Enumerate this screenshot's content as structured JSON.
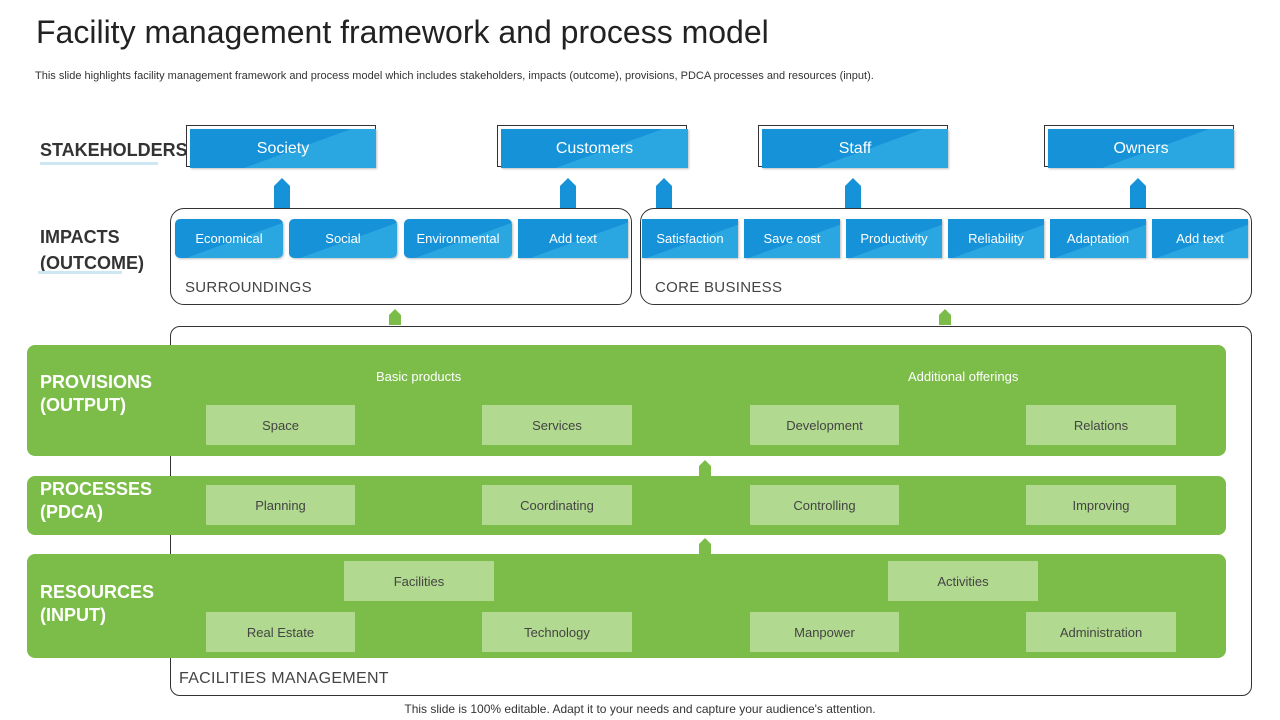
{
  "title": "Facility management framework and process model",
  "subtitle": "This slide highlights facility management framework and process model which includes stakeholders, impacts (outcome), provisions, PDCA processes and resources (input).",
  "footer": "This slide is 100% editable. Adapt it to your needs and capture your audience's attention.",
  "stakeholders": {
    "label": "STAKEHOLDERS",
    "items": [
      "Society",
      "Customers",
      "Staff",
      "Owners"
    ]
  },
  "impacts": {
    "label_line1": "IMPACTS",
    "label_line2": "(OUTCOME)",
    "surroundings": {
      "caption": "SURROUNDINGS",
      "items": [
        "Economical",
        "Social",
        "Environmental",
        "Add text"
      ]
    },
    "core_business": {
      "caption": "CORE BUSINESS",
      "items": [
        "Satisfaction",
        "Save  cost",
        "Productivity",
        "Reliability",
        "Adaptation",
        "Add text"
      ]
    }
  },
  "provisions": {
    "label_line1": "PROVISIONS",
    "label_line2": "(OUTPUT)",
    "group_left": "Basic products",
    "group_right": "Additional offerings",
    "items": [
      "Space",
      "Services",
      "Development",
      "Relations"
    ]
  },
  "processes": {
    "label_line1": "PROCESSES",
    "label_line2": "(PDCA)",
    "items": [
      "Planning",
      "Coordinating",
      "Controlling",
      "Improving"
    ]
  },
  "resources": {
    "label_line1": "RESOURCES",
    "label_line2": "(INPUT)",
    "top_items": [
      "Facilities",
      "Activities"
    ],
    "items": [
      "Real Estate",
      "Technology",
      "Manpower",
      "Administration"
    ]
  },
  "facilities_management_caption": "FACILITIES  MANAGEMENT",
  "colors": {
    "blue": "#1592d8",
    "blue_light": "#2aa7e1",
    "green_band": "#7cbd4a",
    "green_box": "#b1d98f"
  }
}
